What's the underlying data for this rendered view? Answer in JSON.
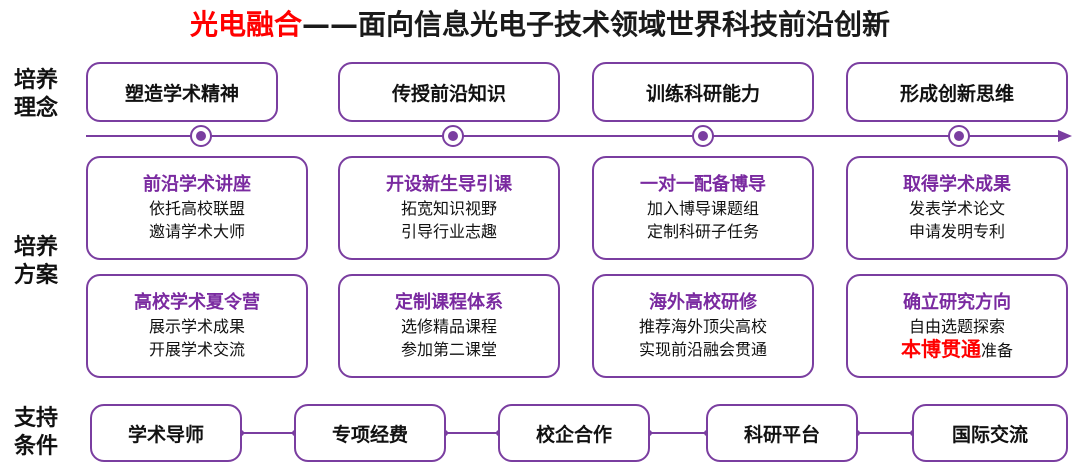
{
  "title": {
    "highlight": "光电融合",
    "rest": "——面向信息光电子技术领域世界科技前沿创新"
  },
  "rows": {
    "concept": [
      "培养",
      "理念"
    ],
    "plan": [
      "培养",
      "方案"
    ],
    "support": [
      "支持",
      "条件"
    ]
  },
  "concept_boxes": [
    "塑造学术精神",
    "传授前沿知识",
    "训练科研能力",
    "形成创新思维"
  ],
  "plan_row1": [
    {
      "title": "前沿学术讲座",
      "lines": [
        "依托高校联盟",
        "邀请学术大师"
      ]
    },
    {
      "title": "开设新生导引课",
      "lines": [
        "拓宽知识视野",
        "引导行业志趣"
      ]
    },
    {
      "title": "一对一配备博导",
      "lines": [
        "加入博导课题组",
        "定制科研子任务"
      ]
    },
    {
      "title": "取得学术成果",
      "lines": [
        "发表学术论文",
        "申请发明专利"
      ]
    }
  ],
  "plan_row2": [
    {
      "title": "高校学术夏令营",
      "lines": [
        "展示学术成果",
        "开展学术交流"
      ]
    },
    {
      "title": "定制课程体系",
      "lines": [
        "选修精品课程",
        "参加第二课堂"
      ]
    },
    {
      "title": "海外高校研修",
      "lines": [
        "推荐海外顶尖高校",
        "实现前沿融会贯通"
      ]
    },
    {
      "title": "确立研究方向",
      "line1": "自由选题探索",
      "red": "本博贯通",
      "after": "准备"
    }
  ],
  "support_boxes": [
    "学术导师",
    "专项经费",
    "校企合作",
    "科研平台",
    "国际交流"
  ],
  "colors": {
    "accent": "#7a3ea0",
    "title_purple": "#7a2aa0",
    "highlight": "#ff0000"
  }
}
